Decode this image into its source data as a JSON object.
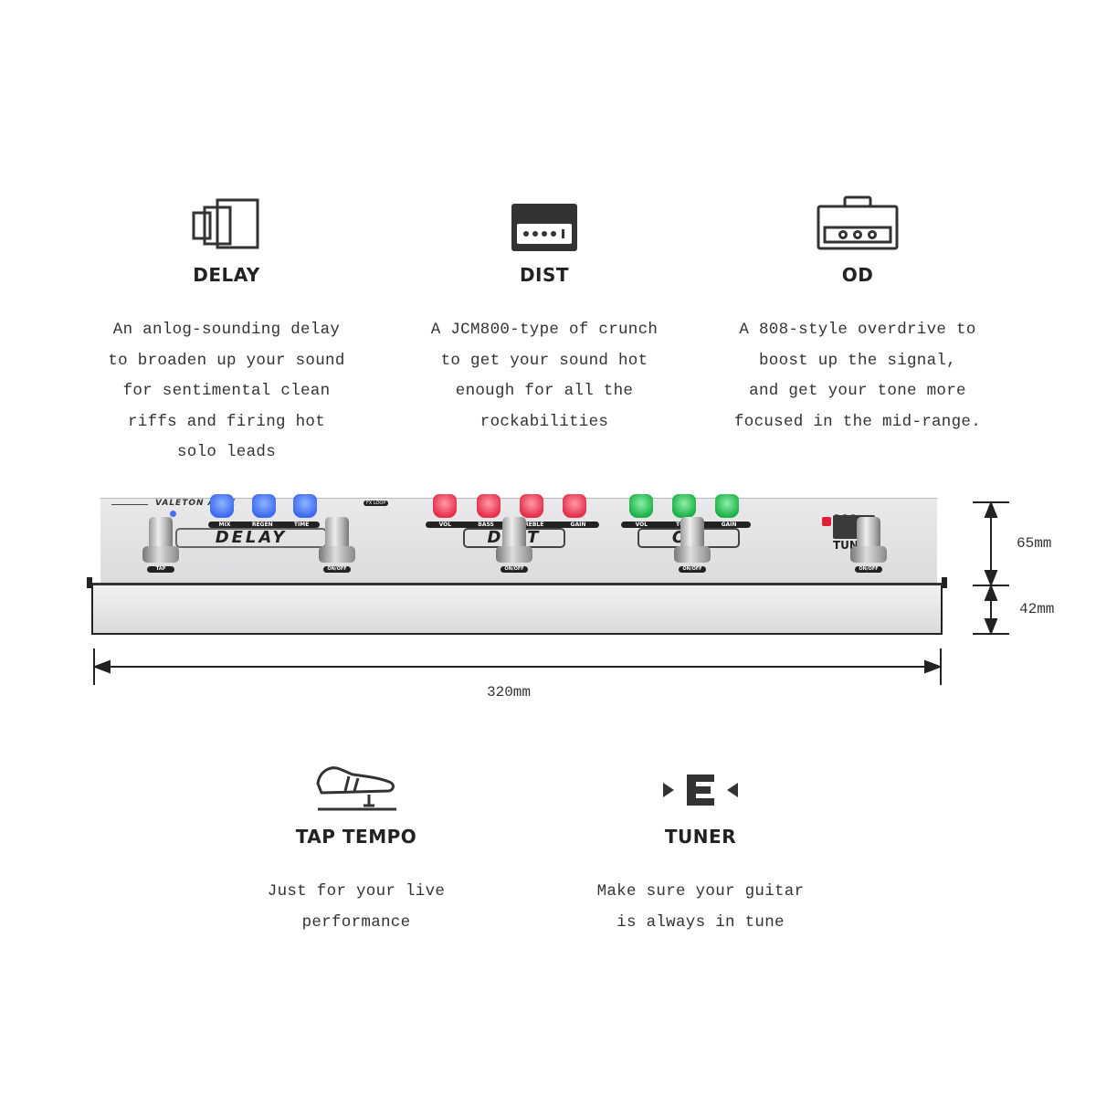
{
  "features": [
    {
      "icon": "delay-icon",
      "title": "DELAY",
      "desc": [
        "An anlog-sounding delay",
        "to broaden up your sound",
        "for sentimental clean",
        "riffs and firing hot",
        "solo leads"
      ]
    },
    {
      "icon": "amp-head-icon",
      "title": "DIST",
      "desc": [
        "A JCM800-type of crunch",
        "to get your sound hot",
        "enough for all the",
        "rockabilities"
      ]
    },
    {
      "icon": "amp-combo-icon",
      "title": "OD",
      "desc": [
        "A 808-style overdrive to",
        "boost up the signal,",
        "and get your tone more",
        "focused in the mid-range."
      ]
    }
  ],
  "pedal": {
    "brand": "VALETON APEX",
    "fx_loop": "FX LOOP",
    "delay": {
      "label": "DELAY",
      "knobs": [
        "MIX",
        "REGEN",
        "TIME"
      ],
      "color": "#3e6cf0",
      "switches": [
        "TAP",
        "ON/OFF"
      ]
    },
    "dist": {
      "label": "DIST",
      "knobs": [
        "VOL",
        "BASS",
        "TREBLE",
        "GAIN"
      ],
      "color": "#e5314c",
      "switch": "ON/OFF"
    },
    "od": {
      "label": "OD",
      "knobs": [
        "VOL",
        "TONE",
        "GAIN"
      ],
      "color": "#1eb24a",
      "switch": "ON/OFF"
    },
    "tuner": {
      "label": "TUNER",
      "switch": "ON/OFF"
    }
  },
  "dimensions": {
    "width": "320mm",
    "depth": "65mm",
    "height": "42mm"
  },
  "bottom_features": [
    {
      "icon": "foot-pedal-icon",
      "title": "TAP TEMPO",
      "desc": [
        "Just for your live",
        "performance"
      ]
    },
    {
      "icon": "tuner-e-icon",
      "title": "TUNER",
      "desc": [
        "Make sure your guitar",
        "is always in tune"
      ]
    }
  ]
}
